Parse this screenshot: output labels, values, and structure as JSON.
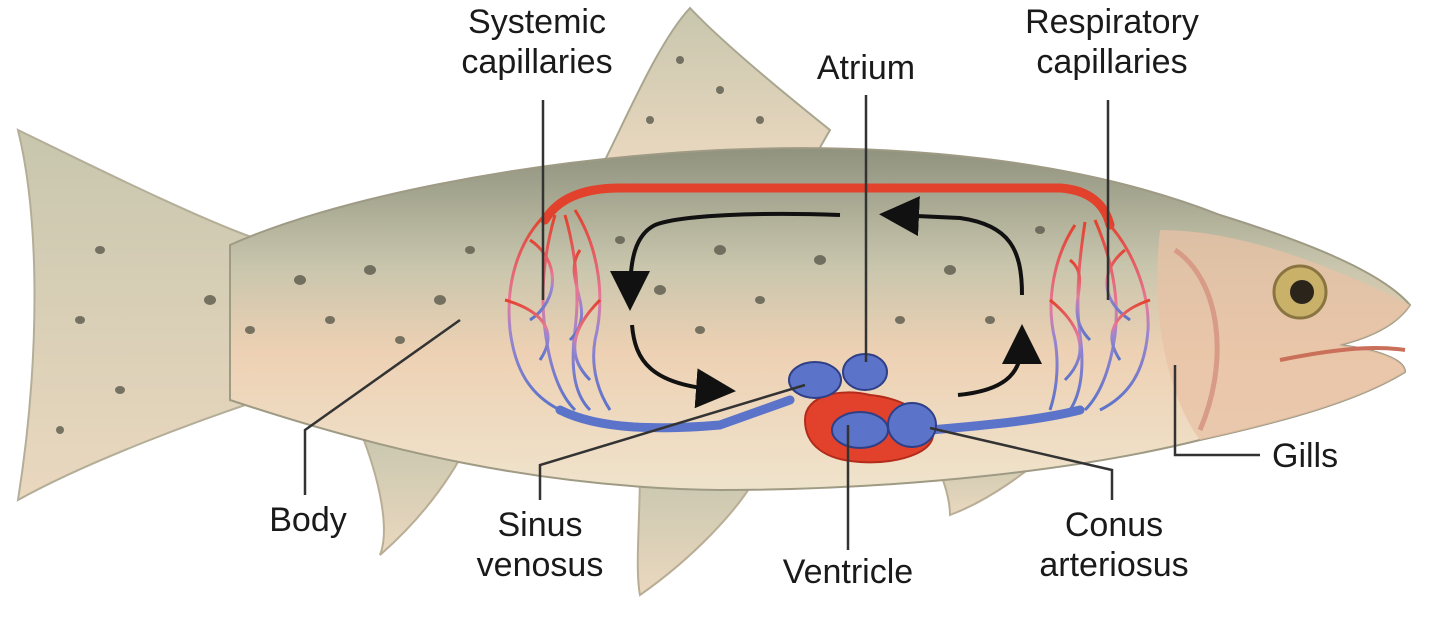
{
  "labels": {
    "systemic_capillaries": {
      "line1": "Systemic",
      "line2": "capillaries"
    },
    "atrium": "Atrium",
    "respiratory_capillaries": {
      "line1": "Respiratory",
      "line2": "capillaries"
    },
    "gills": "Gills",
    "body": "Body",
    "sinus_venosus": {
      "line1": "Sinus",
      "line2": "venosus"
    },
    "ventricle": "Ventricle",
    "conus_arteriosus": {
      "line1": "Conus",
      "line2": "arteriosus"
    }
  },
  "colors": {
    "oxygenated": "#e2422c",
    "deoxygenated": "#5b73c9",
    "fish_belly": "#f2d6b8",
    "fish_back": "#b7b8a0"
  }
}
